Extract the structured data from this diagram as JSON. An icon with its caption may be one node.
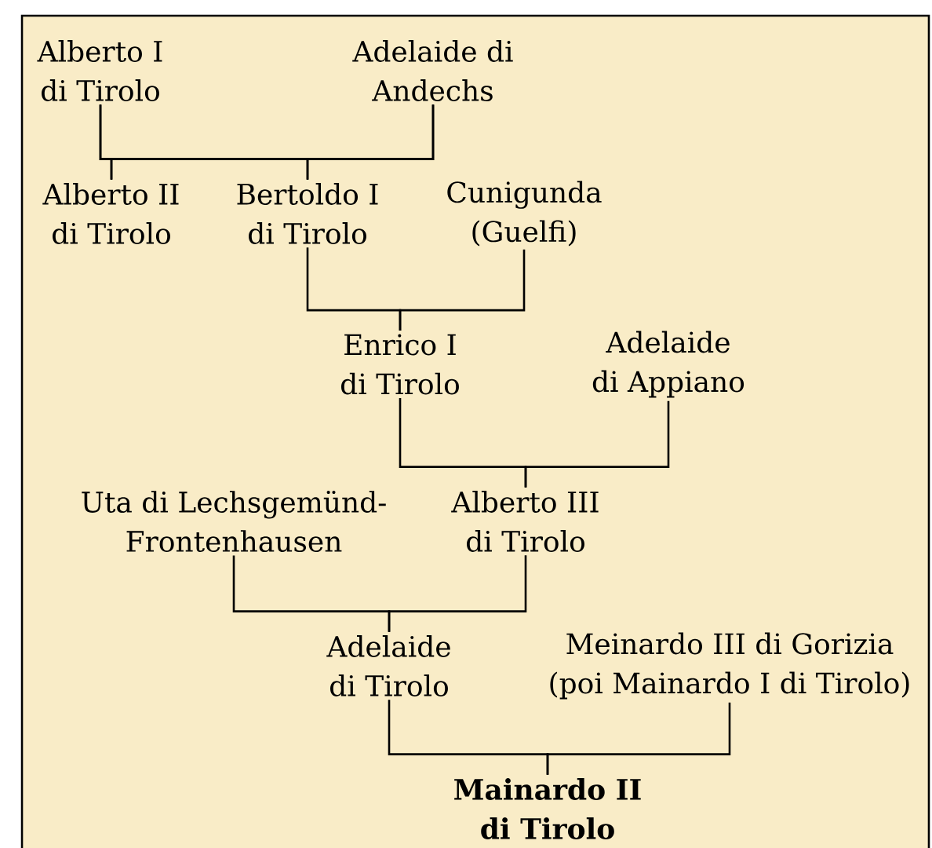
{
  "diagram": {
    "nodes": [
      {
        "text": [
          "Alberto I di Tirolo"
        ]
      },
      {
        "text": [
          "Adelaide di Andechs"
        ]
      },
      {
        "text": [
          "Alberto II di Tirolo"
        ]
      },
      {
        "text": [
          "Bertoldo I di Tirolo"
        ]
      },
      {
        "text": [
          "Cunigunda (Guelfi)"
        ]
      },
      {
        "text": [
          "Enrico I di Tirolo"
        ]
      },
      {
        "text": [
          "Adelaide di Appiano"
        ]
      },
      {
        "text": [
          "Uta di Lechsgemünd-Frontenhausen"
        ]
      },
      {
        "text": [
          "Alberto III di Tirolo"
        ]
      },
      {
        "text": [
          "Adelaide di Tirolo"
        ]
      },
      {
        "text": [
          "Meinardo III di Gorizia (poi Mainardo I di Tirolo)"
        ]
      },
      {
        "text": [
          "**Mainardo II di Tirolo**"
        ]
      }
    ],
    "edges": [
      {
        "from": 0,
        "to": 2,
        "arrow": "none"
      },
      {
        "from": 1,
        "to": 2,
        "arrow": "none"
      },
      {
        "from": 0,
        "to": 3,
        "arrow": "none"
      },
      {
        "from": 1,
        "to": 3,
        "arrow": "none"
      },
      {
        "from": 3,
        "to": 5,
        "arrow": "none"
      },
      {
        "from": 4,
        "to": 5,
        "arrow": "none"
      },
      {
        "from": 6,
        "to": 8,
        "arrow": "none"
      },
      {
        "from": 5,
        "to": 8,
        "arrow": "none"
      },
      {
        "from": 7,
        "to": 9,
        "arrow": "none"
      },
      {
        "from": 8,
        "to": 9,
        "arrow": "none"
      },
      {
        "from": 9,
        "to": 11,
        "arrow": "none"
      },
      {
        "from": 10,
        "to": 11,
        "arrow": "none"
      }
    ]
  }
}
